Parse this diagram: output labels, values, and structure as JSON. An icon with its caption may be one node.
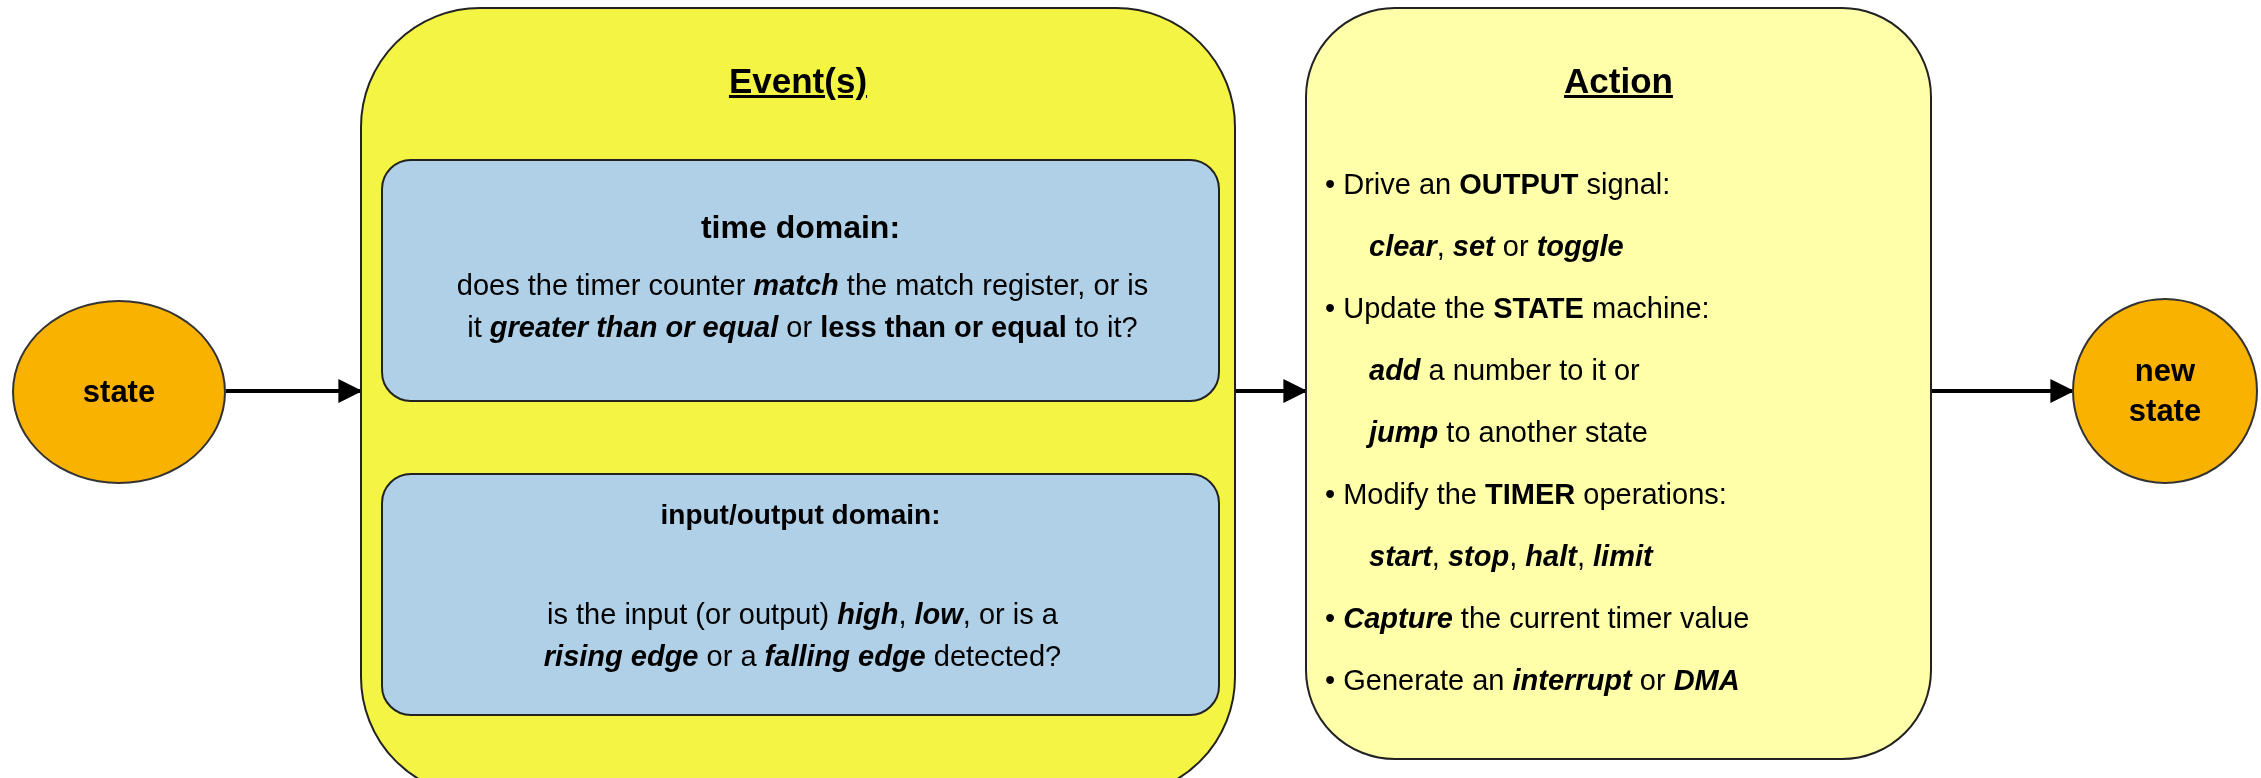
{
  "diagram": {
    "nodes": [
      {
        "text": [
          "state"
        ]
      },
      {
        "text": [
          "Event(s)"
        ]
      },
      {
        "text": [
          "time domain:",
          "does the timer counter *match* the match register, or is it *greater than or equal* or **less than or equal** to it?"
        ],
        "in": 1
      },
      {
        "text": [
          "input/output domain:",
          "is the input (or output) *high*, *low*, or is a *rising edge* or a *falling edge* detected?"
        ],
        "in": 1
      },
      {
        "text": [
          "Action",
          "• Drive an **OUTPUT** signal:",
          "*clear*, *set* or *toggle*",
          "• Update the **STATE** machine:",
          "*add* a number to it or",
          "*jump* to another state",
          "• Modify the **TIMER** operations:",
          "*start*, *stop*, *halt*, *limit*",
          "• *Capture* the current timer value",
          "• Generate an *interrupt* or *DMA*"
        ]
      },
      {
        "text": [
          "new state"
        ]
      }
    ],
    "edges": [
      {
        "from": 0,
        "to": 1,
        "arrow": "to"
      },
      {
        "from": 1,
        "to": 4,
        "arrow": "to"
      },
      {
        "from": 4,
        "to": 5,
        "arrow": "to"
      }
    ]
  }
}
